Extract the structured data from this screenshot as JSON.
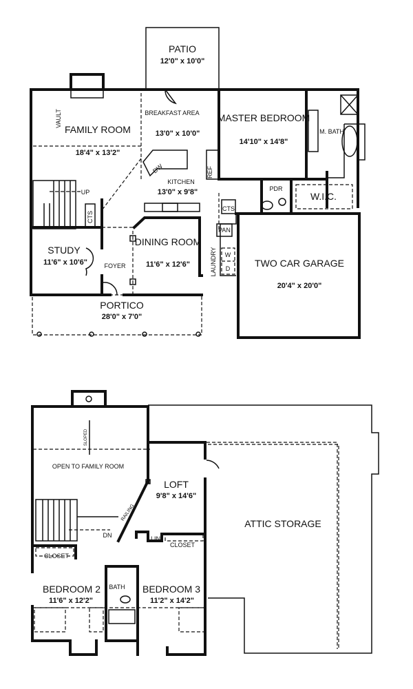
{
  "first_floor": {
    "rooms": [
      {
        "name": "PATIO",
        "dims": "12'0\" x 10'0\""
      },
      {
        "name": "FAMILY ROOM",
        "dims": "18'4\" x 13'2\""
      },
      {
        "name": "BREAKFAST AREA",
        "dims": "13'0\" x 10'0\""
      },
      {
        "name": "MASTER BEDROOM",
        "dims": "14'10\" x 14'8\""
      },
      {
        "name": "KITCHEN",
        "dims": "13'0\" x 9'8\""
      },
      {
        "name": "STUDY",
        "dims": "11'6\" x 10'6\""
      },
      {
        "name": "DINING ROOM",
        "dims": "11'6\" x 12'6\""
      },
      {
        "name": "TWO CAR GARAGE",
        "dims": "20'4\" x 20'0\""
      },
      {
        "name": "PORTICO",
        "dims": "28'0\" x 7'0\""
      }
    ],
    "labels": {
      "vault": "VAULT",
      "up": "UP",
      "m_bath": "M. BATH",
      "wic": "W.I.C.",
      "pdr": "PDR",
      "dw": "DW",
      "ref": "REF",
      "cts1": "CTS",
      "cts2": "CTS",
      "pan": "PAN",
      "laundry": "LAUNDRY",
      "washer": "W",
      "dryer": "D",
      "foyer": "FOYER"
    }
  },
  "second_floor": {
    "rooms": [
      {
        "name": "LOFT",
        "dims": "9'8\" x 14'6\""
      },
      {
        "name": "ATTIC STORAGE",
        "dims": ""
      },
      {
        "name": "BEDROOM 2",
        "dims": "11'6\" x 12'2\""
      },
      {
        "name": "BEDROOM 3",
        "dims": "11'2\" x 14'2\""
      }
    ],
    "labels": {
      "sloped": "SLOPED",
      "open_to": "OPEN TO FAMILY ROOM",
      "railing": "RAILING",
      "dn": "DN",
      "lin": "LIN",
      "closet1": "CLOSET",
      "closet2": "CLOSET",
      "bath": "BATH"
    }
  }
}
